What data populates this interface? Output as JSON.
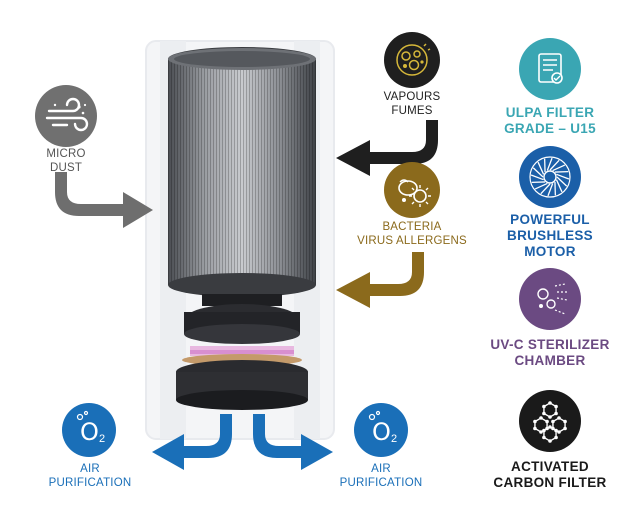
{
  "labels": {
    "micro_dust": [
      "MICRO",
      "DUST"
    ],
    "vapours": [
      "VAPOURS",
      "FUMES"
    ],
    "bacteria": [
      "BACTERIA",
      "VIRUS ALLERGENS"
    ],
    "air_left": [
      "AIR",
      "PURIFICATION"
    ],
    "air_right": [
      "AIR",
      "PURIFICATION"
    ],
    "o2": "O",
    "o2_sub": "2"
  },
  "features": [
    {
      "lines": [
        "ULPA FILTER",
        "GRADE – U15"
      ],
      "color": "#3aa6b3",
      "icon": "certificate-icon"
    },
    {
      "lines": [
        "POWERFUL",
        "BRUSHLESS",
        "MOTOR"
      ],
      "color": "#1b5fa8",
      "icon": "fan-blade-icon"
    },
    {
      "lines": [
        "UV-C STERILIZER",
        "CHAMBER"
      ],
      "color": "#6b4a82",
      "icon": "uv-sterilizer-icon"
    },
    {
      "lines": [
        "ACTIVATED",
        "CARBON FILTER"
      ],
      "color": "#1a1a1a",
      "icon": "carbon-molecule-icon"
    }
  ],
  "colors": {
    "dust": "#6e6e6e",
    "vapours": "#1f1f1f",
    "bacteria": "#8b6a1c",
    "air": "#1a6fb8",
    "feature_ulpa": "#3aa6b3",
    "feature_motor": "#1b5fa8",
    "feature_uv": "#6b4a82",
    "feature_carbon": "#1a1a1a"
  }
}
